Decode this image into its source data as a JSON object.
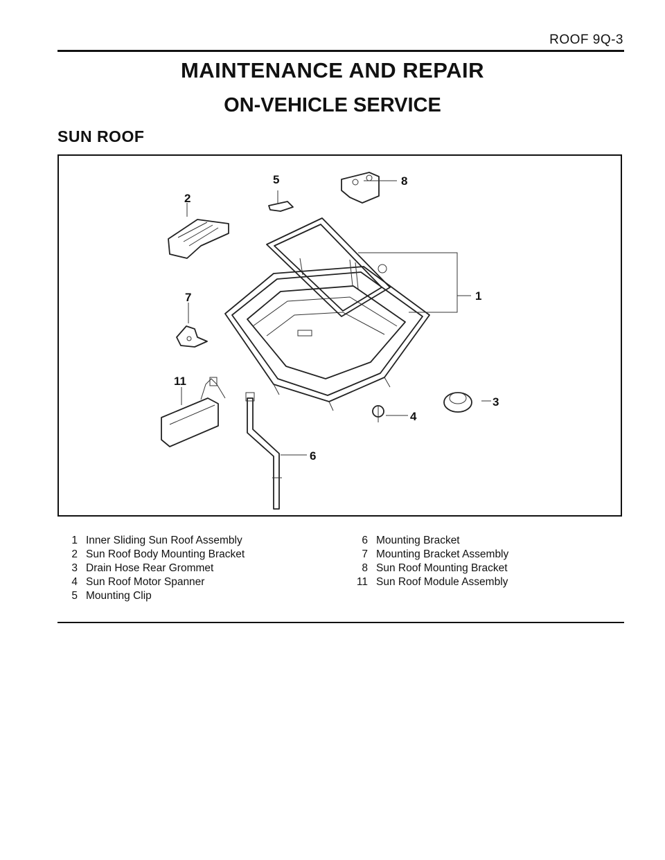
{
  "header": {
    "page_ref": "ROOF 9Q-3"
  },
  "titles": {
    "main": "MAINTENANCE AND REPAIR",
    "sub": "ON-VEHICLE SERVICE",
    "section": "SUN ROOF"
  },
  "figure": {
    "callouts": [
      "1",
      "2",
      "3",
      "4",
      "5",
      "6",
      "7",
      "8",
      "11"
    ]
  },
  "legend": {
    "left": [
      {
        "num": "1",
        "label": "Inner Sliding Sun Roof Assembly"
      },
      {
        "num": "2",
        "label": "Sun Roof Body Mounting Bracket"
      },
      {
        "num": "3",
        "label": "Drain Hose Rear Grommet"
      },
      {
        "num": "4",
        "label": "Sun Roof Motor Spanner"
      },
      {
        "num": "5",
        "label": "Mounting Clip"
      }
    ],
    "right": [
      {
        "num": "6",
        "label": "Mounting Bracket"
      },
      {
        "num": "7",
        "label": "Mounting Bracket Assembly"
      },
      {
        "num": "8",
        "label": "Sun Roof Mounting Bracket"
      },
      {
        "num": "11",
        "label": "Sun Roof Module Assembly"
      }
    ]
  }
}
